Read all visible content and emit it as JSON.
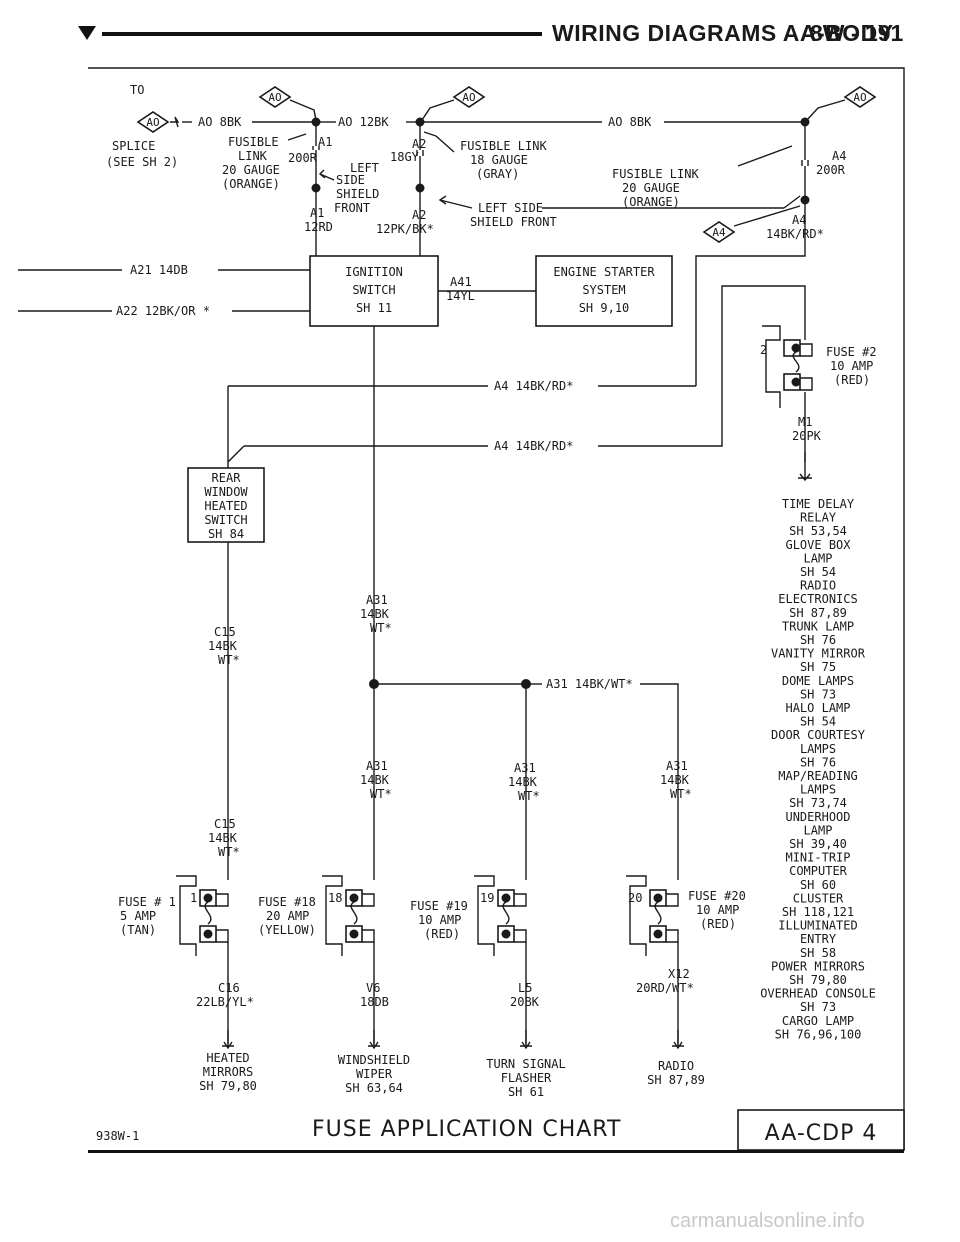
{
  "header": {
    "title": "WIRING DIAGRAMS AA-BODY",
    "page": "8W - 191"
  },
  "connectors": {
    "to": "TO",
    "ao": "AO",
    "a4": "A4"
  },
  "labels": {
    "splice": "SPLICE",
    "see_sh2": "(SEE SH 2)",
    "ao_8bk_left": "AO 8BK",
    "ao_12bk": "AO 12BK",
    "ao_8bk_right": "AO 8BK",
    "fusible_left": [
      "FUSIBLE",
      "LINK",
      "20 GAUGE",
      "(ORANGE)"
    ],
    "a1_top": "A1",
    "a1_200r": "200R",
    "left_side_shield": [
      "LEFT",
      "SIDE",
      "SHIELD",
      "FRONT"
    ],
    "a1_12rd": [
      "A1",
      "12RD"
    ],
    "a2_top": "A2",
    "a2_18gy": "18GY",
    "fusible_mid": [
      "FUSIBLE LINK",
      "18 GAUGE",
      "(GRAY)"
    ],
    "a2_bottom": [
      "A2",
      "12PK/BK*"
    ],
    "left_side_right": [
      "LEFT SIDE",
      "SHIELD FRONT"
    ],
    "fusible_right": [
      "FUSIBLE LINK",
      "20 GAUGE",
      "(ORANGE)"
    ],
    "a4_200r": [
      "A4",
      "200R"
    ],
    "a4_14bk": [
      "A4",
      "14BK/RD*"
    ],
    "a21": "A21 14DB",
    "a22": "A22 12BK/OR *",
    "ignition": [
      "IGNITION",
      "SWITCH",
      "SH 11"
    ],
    "a41": [
      "A41",
      "14YL"
    ],
    "starter": [
      "ENGINE STARTER",
      "SYSTEM",
      "SH 9,10"
    ],
    "a4_wire1": "A4 14BK/RD*",
    "a4_wire2": "A4 14BK/RD*",
    "fuse2": [
      "FUSE #2",
      "10 AMP",
      "(RED)"
    ],
    "fuse2_num": "2",
    "m1": [
      "M1",
      "20PK"
    ],
    "rear_window": [
      "REAR",
      "WINDOW",
      "HEATED",
      "SWITCH",
      "SH 84"
    ],
    "a31_top": [
      "A31",
      "14BK",
      "WT*"
    ],
    "c15_top": [
      "C15",
      "14BK",
      "WT*"
    ],
    "a31_horiz": "A31 14BK/WT*",
    "a31_a": [
      "A31",
      "14BK",
      "WT*"
    ],
    "a31_b": [
      "A31",
      "14BK",
      "WT*"
    ],
    "a31_c": [
      "A31",
      "14BK",
      "WT*"
    ],
    "c15_bottom": [
      "C15",
      "14BK",
      "WT*"
    ],
    "fuse1": [
      "FUSE # 1",
      "5 AMP",
      "(TAN)"
    ],
    "fuse1_num": "1",
    "fuse18": [
      "FUSE #18",
      "20 AMP",
      "(YELLOW)"
    ],
    "fuse18_num": "18",
    "fuse19": [
      "FUSE #19",
      "10 AMP",
      "(RED)"
    ],
    "fuse19_num": "19",
    "fuse20": [
      "FUSE #20",
      "10 AMP",
      "(RED)"
    ],
    "fuse20_num": "20",
    "c16": [
      "C16",
      "22LB/YL*"
    ],
    "v6": [
      "V6",
      "18DB"
    ],
    "l5": [
      "L5",
      "20BK"
    ],
    "x12": [
      "X12",
      "20RD/WT*"
    ],
    "heated_mirrors": [
      "HEATED",
      "MIRRORS",
      "SH 79,80"
    ],
    "wiper": [
      "WINDSHIELD",
      "WIPER",
      "SH 63,64"
    ],
    "turn": [
      "TURN SIGNAL",
      "FLASHER",
      "SH 61"
    ],
    "radio": [
      "RADIO",
      "SH 87,89"
    ],
    "right_list": [
      "TIME DELAY",
      "RELAY",
      "SH 53,54",
      "GLOVE BOX",
      "LAMP",
      "SH 54",
      "RADIO",
      "ELECTRONICS",
      "SH 87,89",
      "TRUNK LAMP",
      "SH 76",
      "VANITY MIRROR",
      "SH 75",
      "DOME LAMPS",
      "SH 73",
      "HALO LAMP",
      "SH 54",
      "DOOR COURTESY",
      "LAMPS",
      "SH 76",
      "MAP/READING",
      "LAMPS",
      "SH 73,74",
      "UNDERHOOD",
      "LAMP",
      "SH 39,40",
      "MINI-TRIP",
      "COMPUTER",
      "SH 60",
      "CLUSTER",
      "SH 118,121",
      "ILLUMINATED",
      "ENTRY",
      "SH 58",
      "POWER MIRRORS",
      "SH 79,80",
      "OVERHEAD CONSOLE",
      "SH 73",
      "CARGO LAMP",
      "SH 76,96,100"
    ]
  },
  "footer": {
    "code": "938W-1",
    "chart_title": "FUSE APPLICATION CHART",
    "box_label": "AA-CDP 4"
  },
  "watermark": "carmanualsonline.info"
}
